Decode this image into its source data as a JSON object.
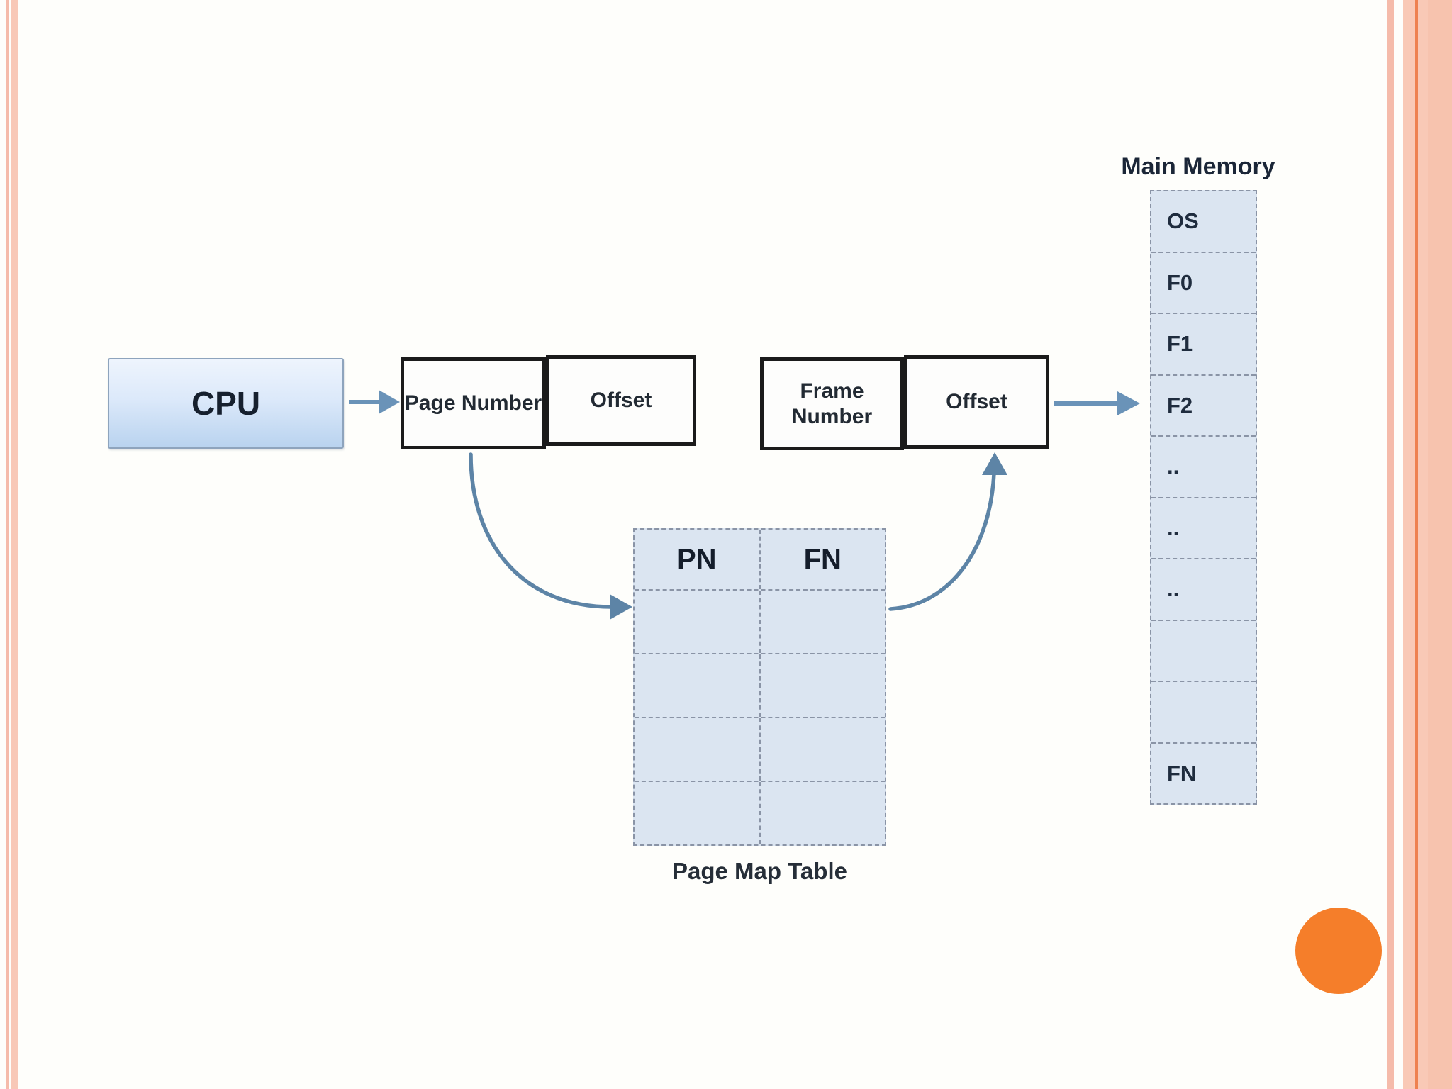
{
  "diagram": {
    "cpu": {
      "label": "CPU"
    },
    "logical_address_box": {
      "left_label": "Page Number",
      "right_label": "Offset"
    },
    "physical_address_box": {
      "left_label": "Frame Number",
      "right_label": "Offset"
    },
    "page_map_table": {
      "caption": "Page Map Table",
      "col_headers": [
        "PN",
        "FN"
      ],
      "body_rows": [
        [
          "",
          ""
        ],
        [
          "",
          ""
        ],
        [
          "",
          ""
        ],
        [
          "",
          ""
        ]
      ]
    },
    "main_memory": {
      "title": "Main Memory",
      "cells": [
        "OS",
        "F0",
        "F1",
        "F2",
        "..",
        "..",
        "..",
        "",
        "",
        "FN"
      ]
    },
    "colors": {
      "table_fill": "#dbe5f1",
      "dashed_border": "#8a94a6",
      "box_border": "#1b1b1b",
      "arrow_blue": "#6a93b8",
      "arc_blue": "#5d84a6",
      "cpu_fill_top": "#eef4fd",
      "cpu_fill_bottom": "#b9d3ef",
      "stripe_salmon": "#f5bbaa",
      "band_salmon": "#f9c9b6",
      "band_line_orange": "#ee8150",
      "accent_circle": "#f57e2a"
    }
  }
}
